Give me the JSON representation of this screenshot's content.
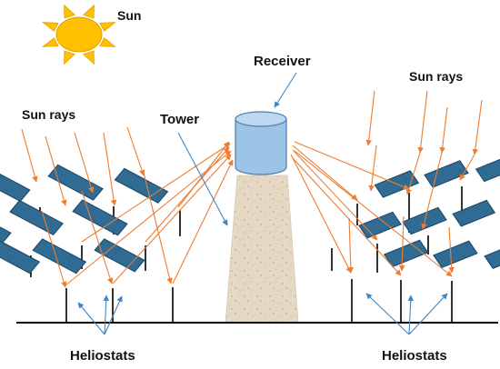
{
  "labels": {
    "sun": "Sun",
    "receiver": "Receiver",
    "sun_rays_left": "Sun rays",
    "sun_rays_right": "Sun rays",
    "tower": "Tower",
    "heliostats_left": "Heliostats",
    "heliostats_right": "Heliostats"
  },
  "colors": {
    "sun_fill": "#FFC000",
    "sun_stroke": "#E0A100",
    "ray": "#ED7D31",
    "heliostat_panel": "#2F6B93",
    "heliostat_edge": "#1B4565",
    "receiver_fill": "#9DC3E6",
    "receiver_stroke": "#4A7FAF",
    "tower_fill": "#E6D9C3",
    "callout_arrow": "#3E86C6",
    "ground": "#000000"
  },
  "icons": {
    "sun": "sun-icon",
    "receiver": "receiver-cylinder",
    "tower": "tower-trapezoid",
    "heliostat": "heliostat-mirror-icon"
  }
}
